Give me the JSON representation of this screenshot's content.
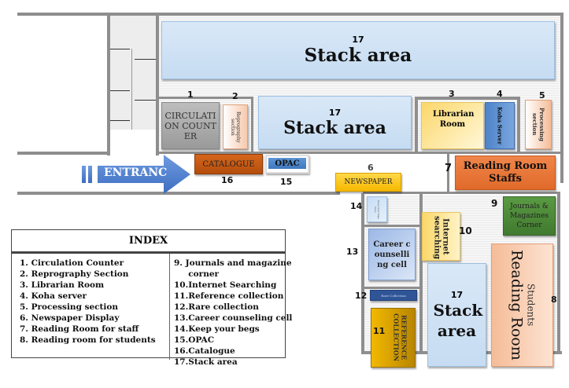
{
  "rooms": {
    "stack_top": {
      "num": "17",
      "label": "Stack area"
    },
    "stack_mid": {
      "num": "17",
      "label": "Stack area"
    },
    "stack_low": {
      "num": "17",
      "label": "Stack area"
    },
    "circulation": {
      "num": "1",
      "label": "CIRCULATION COUNTER"
    },
    "reprography": {
      "num": "2",
      "label": "Reprography section"
    },
    "librarian": {
      "num": "3",
      "label": "Librarian Room"
    },
    "koha": {
      "num": "4",
      "label": "Koha Server"
    },
    "processing": {
      "num": "5",
      "label": "Processing section"
    },
    "newspaper": {
      "num": "6",
      "label": "NEWSPAPER"
    },
    "reading_staff": {
      "num": "7",
      "label": "Reading Room Staffs"
    },
    "reading_students": {
      "num": "8",
      "label": "Reading Room",
      "sublabel": "Students"
    },
    "journals": {
      "num": "9",
      "label": "Journals & Magazines Corner"
    },
    "internet": {
      "num": "10",
      "label": "Internet searching"
    },
    "reference": {
      "num": "11",
      "label": "REFERENCE COLLECTION"
    },
    "rare": {
      "num": "12",
      "label": "Rare Collection"
    },
    "career": {
      "num": "13",
      "label": "Career counselling cell"
    },
    "bags": {
      "num": "14",
      "label": "Keep Your Bags Here"
    },
    "opac": {
      "num": "15",
      "label": "OPAC"
    },
    "catalogue": {
      "num": "16",
      "label": "CATALOGUE"
    },
    "entrance": {
      "label": "ENTRANC"
    }
  },
  "index": {
    "title": "INDEX",
    "left": [
      "1.  Circulation Counter",
      "2.  Reprography Section",
      "3.  Librarian Room",
      "4.  Koha server",
      "5.  Processing section",
      "6.  Newspaper Display",
      "7.  Reading Room for staff",
      "8.  Reading room for students"
    ],
    "right": [
      "9.  Journals and magazine",
      "     corner",
      "10.Internet Searching",
      "11.Reference collection",
      "12.Rare collection",
      "13.Career counseling cell",
      "14.Keep your begs",
      "15.OPAC",
      "16.Catalogue",
      "17.Stack area"
    ]
  },
  "colors": {
    "stack": "#cfe2f5",
    "circulation": "#a6a6a6",
    "reprography": "#f7d3bd",
    "librarian": "#fbe08a",
    "koha": "#5b8fd0",
    "reading_staff": "#e9783a",
    "catalogue": "#c55a11",
    "opac": "#4f87c7",
    "newspaper": "#ffc823",
    "journals": "#4e8a3a",
    "reference": "#c99500",
    "rare": "#2f5597",
    "entrance": "#4a7bc6"
  }
}
